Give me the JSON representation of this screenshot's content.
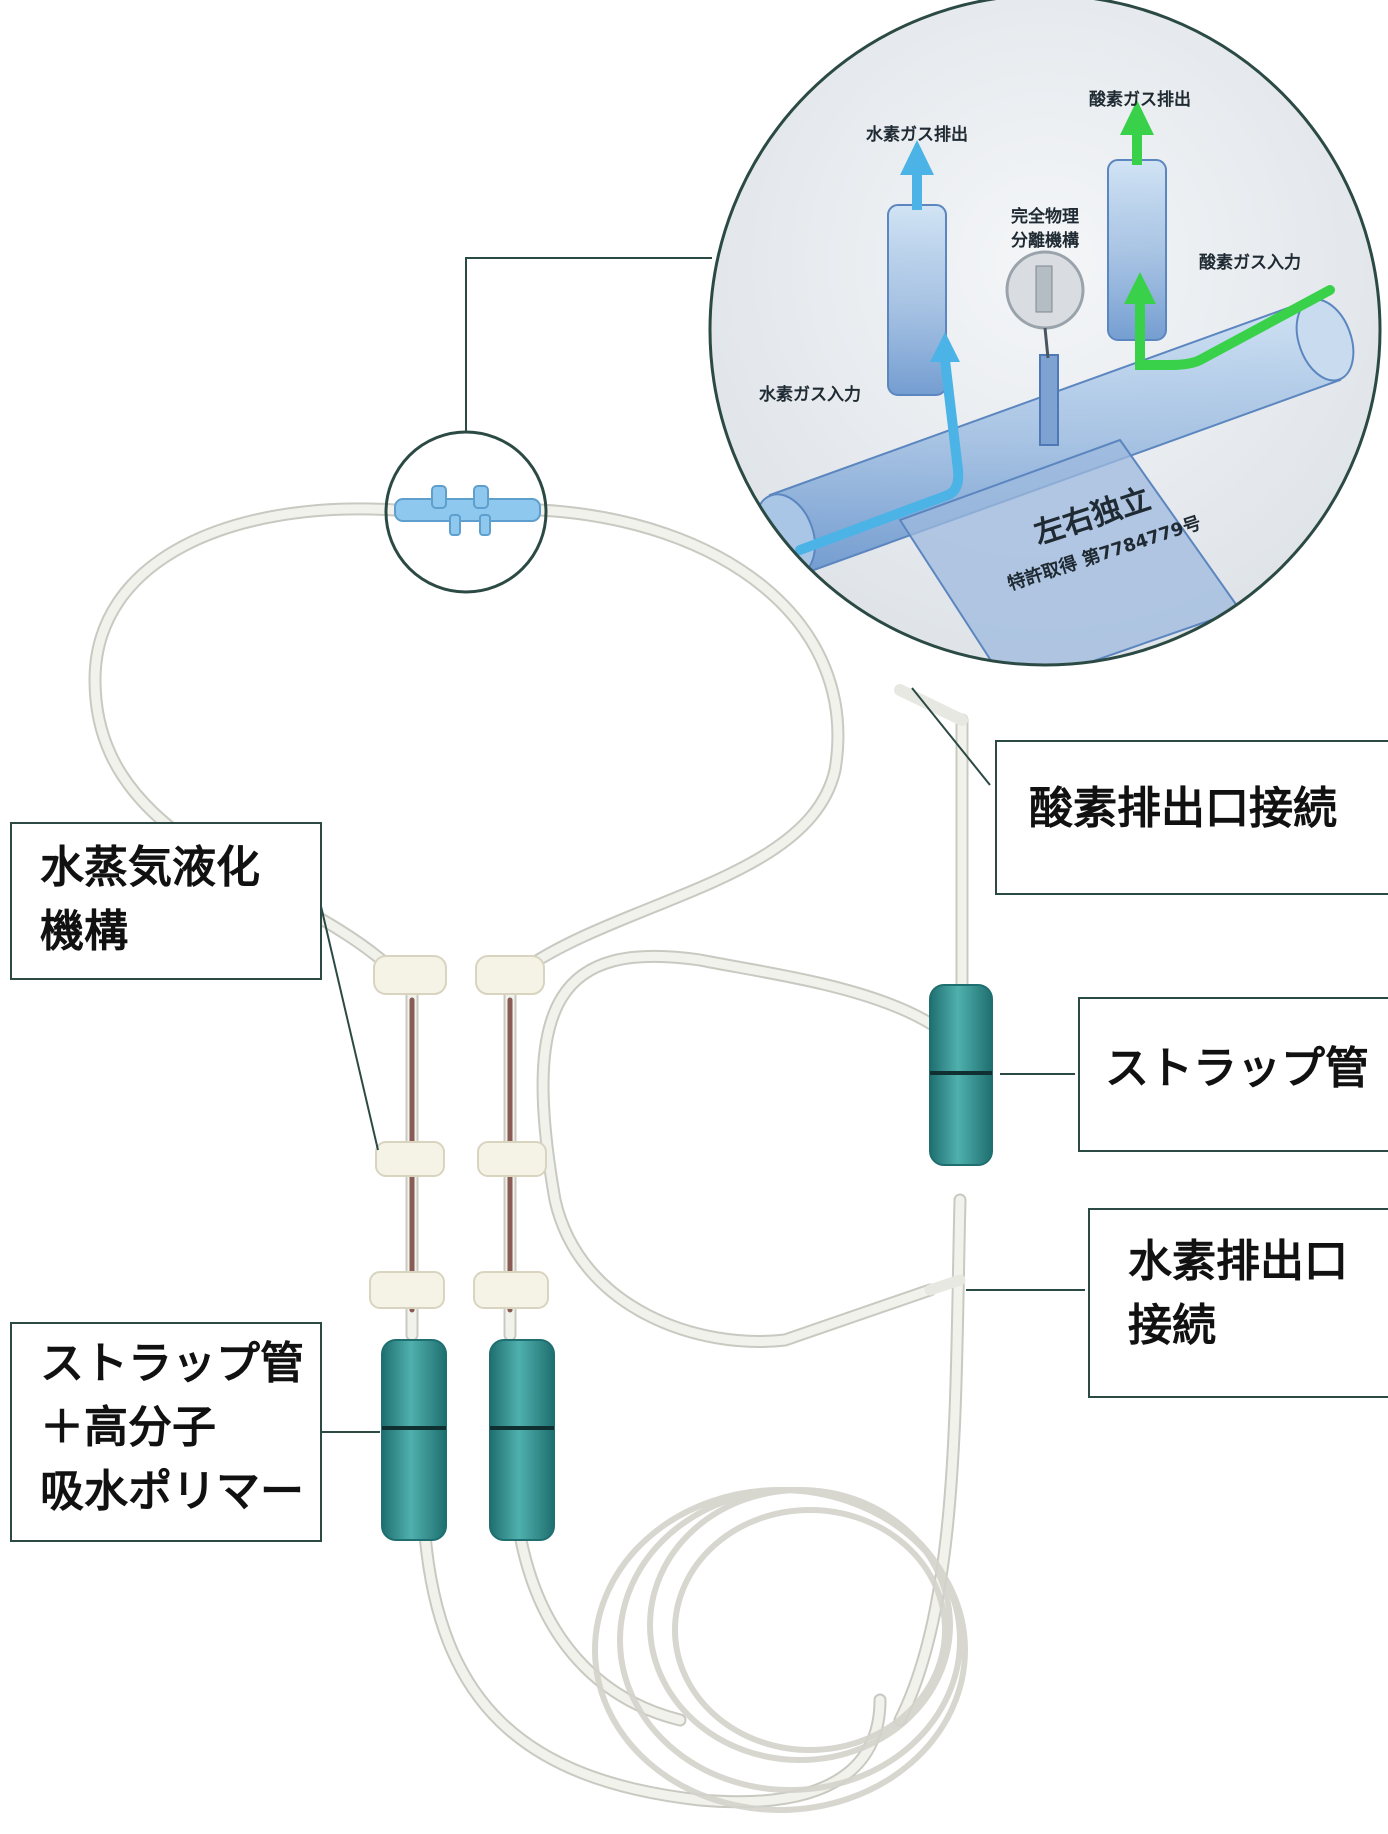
{
  "colors": {
    "accent_line": "#2c4a44",
    "tube": "#ecece6",
    "tube_edge": "#c9c9c2",
    "trap": "#2e8f8f",
    "trap_dark": "#1f6f70",
    "hydrogen_flow": "#4bb3e6",
    "oxygen_flow": "#39d14a",
    "connector": "#8fc8ee"
  },
  "inset": {
    "hydrogen_out": "水素ガス排出",
    "oxygen_out": "酸素ガス排出",
    "separation": [
      "完全物理",
      "分離機構"
    ],
    "oxygen_in": "酸素ガス入力",
    "hydrogen_in": "水素ガス入力",
    "stand_title": "左右独立",
    "stand_patent": "特許取得 第7784779号"
  },
  "callouts": {
    "oxygen_outlet": [
      "酸素排出口接続"
    ],
    "strap_tube": [
      "ストラップ管"
    ],
    "hydrogen_outlet": [
      "水素排出口",
      "接続"
    ],
    "vapor_liquefaction": [
      "水蒸気液化",
      "機構"
    ],
    "strap_polymer": [
      "ストラップ管",
      "＋高分子",
      "吸水ポリマー"
    ]
  }
}
